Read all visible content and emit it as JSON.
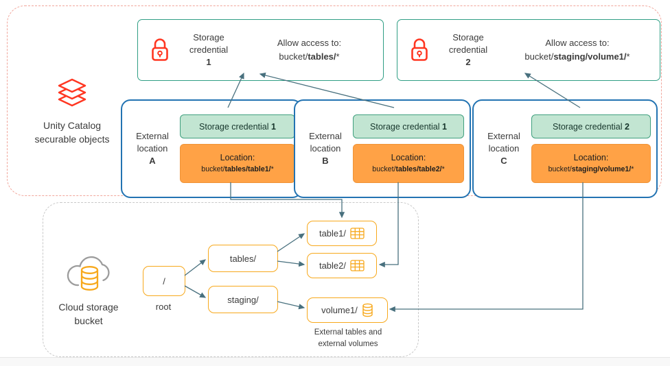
{
  "colors": {
    "accent_red": "#FF3621",
    "teal_border": "#2F9E84",
    "green_chip_fill": "#C2E5D2",
    "orange_chip_fill": "#FFA246",
    "blue_border": "#2273B2",
    "amber_border": "#F7A81B",
    "arrow": "#48707E",
    "dashed_red_border": "#F1A59A",
    "dashed_gray_border": "#C8C8C8"
  },
  "icons": {
    "lock": "lock-icon",
    "unity_logo": "stacked-layers-icon",
    "cloud_bucket": "cloud-storage-icon",
    "table": "table-grid-icon",
    "volume": "volume-cylinder-icon"
  },
  "unity": {
    "label1": "Unity Catalog",
    "label2": "securable objects",
    "credentials": [
      {
        "title1": "Storage",
        "title2": "credential",
        "num": "1",
        "allow": "Allow access to:",
        "path_pre": "bucket/",
        "path_bold": "tables/",
        "path_suf": "*"
      },
      {
        "title1": "Storage",
        "title2": "credential",
        "num": "2",
        "allow": "Allow access to:",
        "path_pre": "bucket/",
        "path_bold": "staging/volume1/",
        "path_suf": "*"
      }
    ],
    "locations": [
      {
        "label1": "External",
        "label2": "location",
        "letter": "A",
        "cred_pre": "Storage credential ",
        "cred_num": "1",
        "loc_label": "Location:",
        "path_pre": "bucket/",
        "path_bold": "tables/table1/",
        "path_suf": "*"
      },
      {
        "label1": "External",
        "label2": "location",
        "letter": "B",
        "cred_pre": "Storage credential ",
        "cred_num": "1",
        "loc_label": "Location:",
        "path_pre": "bucket/",
        "path_bold": "tables/table2/",
        "path_suf": "*"
      },
      {
        "label1": "External",
        "label2": "location",
        "letter": "C",
        "cred_pre": "Storage credential ",
        "cred_num": "2",
        "loc_label": "Location:",
        "path_pre": "bucket/",
        "path_bold": "staging/volume1/",
        "path_suf": "*"
      }
    ]
  },
  "bucket": {
    "label1": "Cloud storage",
    "label2": "bucket",
    "root": "/",
    "root_label": "root",
    "folders": [
      {
        "label": "tables/"
      },
      {
        "label": "staging/"
      }
    ],
    "leaves": [
      {
        "label": "table1/"
      },
      {
        "label": "table2/"
      },
      {
        "label": "volume1/"
      }
    ],
    "caption1": "External tables and",
    "caption2": "external volumes"
  }
}
